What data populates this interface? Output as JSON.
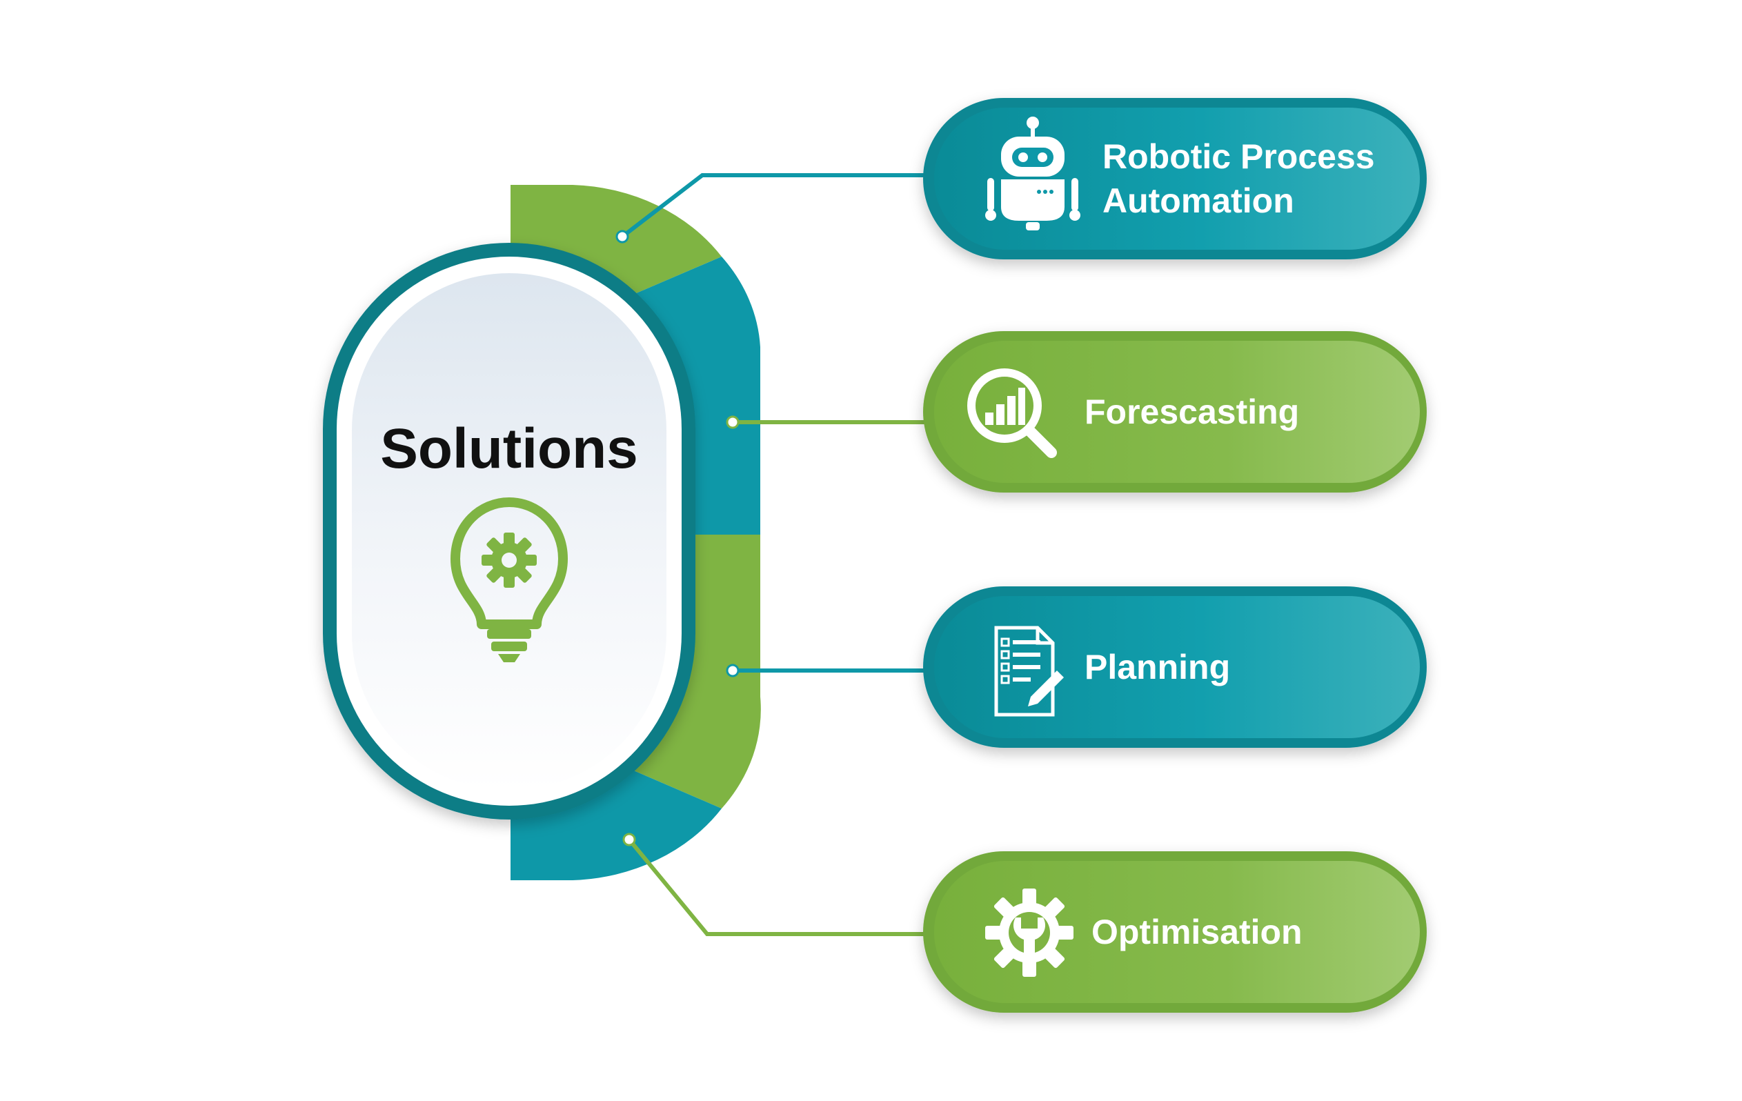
{
  "hub": {
    "title": "Solutions",
    "icon": "lightbulb-gear-icon"
  },
  "colors": {
    "teal": "#0e98a8",
    "teal_dark": "#0a7f89",
    "green": "#7fb443",
    "green_light": "#9cc86a",
    "hub_border": "#0b7d86"
  },
  "items": [
    {
      "lines": [
        "Robotic Process",
        "Automation"
      ],
      "icon": "robot-icon",
      "color": "teal"
    },
    {
      "lines": [
        "Forescasting"
      ],
      "icon": "magnifier-chart-icon",
      "color": "green"
    },
    {
      "lines": [
        "Planning"
      ],
      "icon": "checklist-pencil-icon",
      "color": "teal"
    },
    {
      "lines": [
        "Optimisation"
      ],
      "icon": "gear-wrench-icon",
      "color": "green"
    }
  ]
}
